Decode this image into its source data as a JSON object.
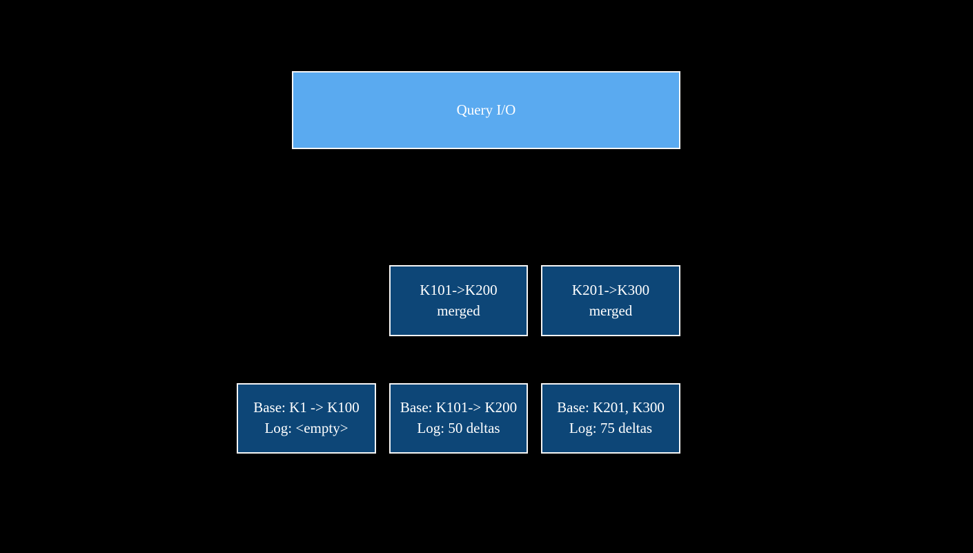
{
  "colors": {
    "background": "#000000",
    "query_box_fill": "#5aaaf0",
    "node_box_fill": "#0d4677",
    "box_border": "#f5f5f5",
    "text": "#ffffff"
  },
  "diagram": {
    "query_box": {
      "label": "Query I/O"
    },
    "merged_row": [
      {
        "line1": "K101->K200",
        "line2": "merged"
      },
      {
        "line1": "K201->K300",
        "line2": "merged"
      }
    ],
    "base_row": [
      {
        "line1": "Base: K1 -> K100",
        "line2": "Log: <empty>"
      },
      {
        "line1": "Base: K101-> K200",
        "line2": "Log: 50 deltas"
      },
      {
        "line1": "Base: K201, K300",
        "line2": "Log: 75 deltas"
      }
    ]
  }
}
